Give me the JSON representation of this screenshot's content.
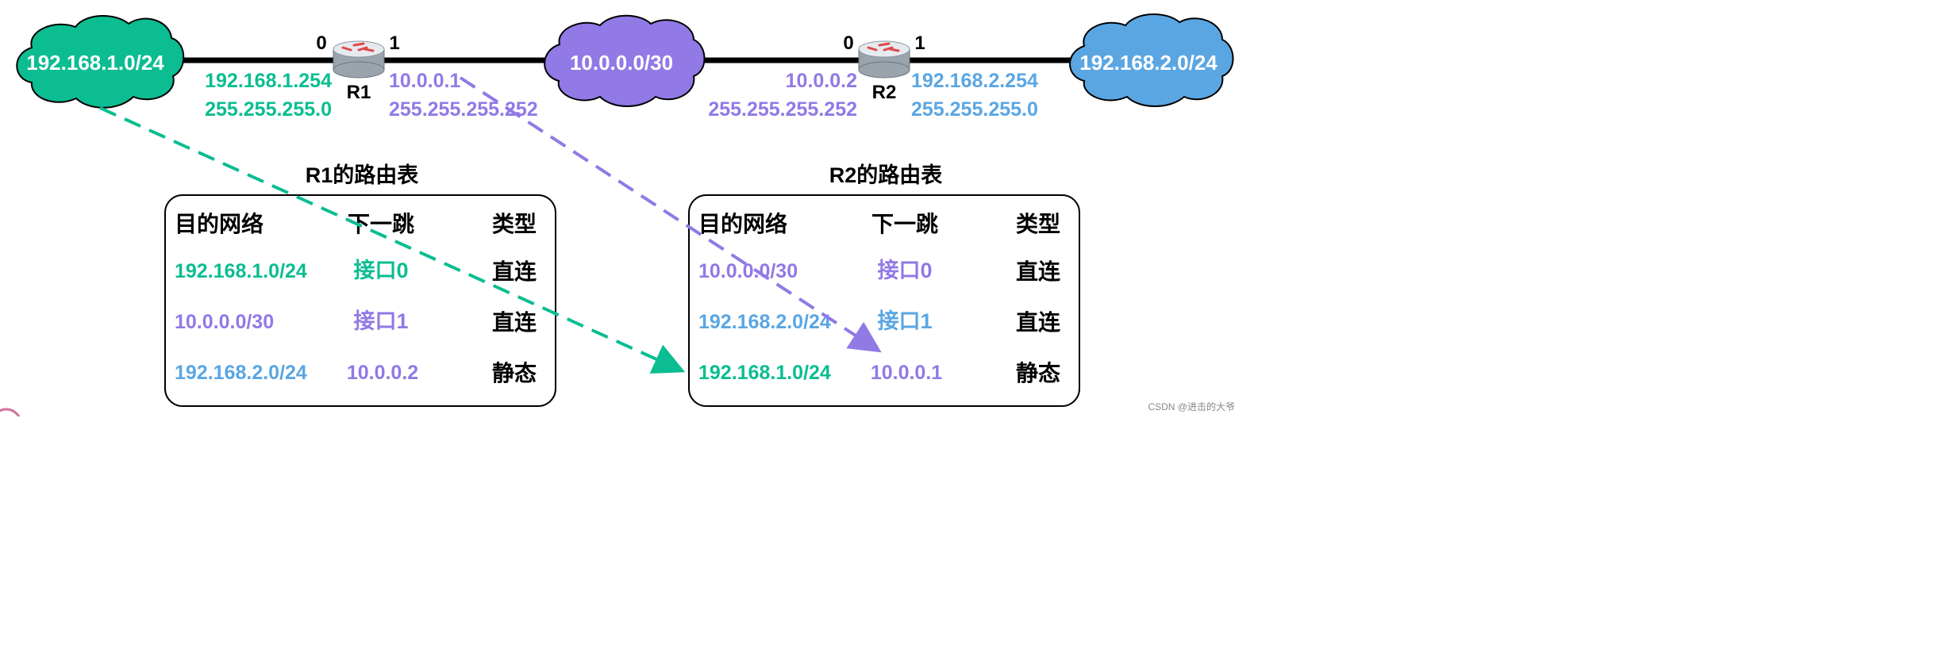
{
  "colors": {
    "green": "#0bbd91",
    "purple": "#9179e6",
    "blue": "#5aa6e3",
    "link": "#000000",
    "text": "#000000",
    "border": "#000000",
    "router_top": "#d8dde2",
    "router_side": "#9aa4ad",
    "router_arrow": "#e04848"
  },
  "networks": [
    {
      "label": "192.168.1.0/24",
      "color": "green"
    },
    {
      "label": "10.0.0.0/30",
      "color": "purple"
    },
    {
      "label": "192.168.2.0/24",
      "color": "blue"
    }
  ],
  "routers": [
    {
      "name": "R1",
      "icon": "router-icon",
      "ports": [
        "0",
        "1"
      ],
      "left": {
        "ip": "192.168.1.254",
        "mask": "255.255.255.0",
        "color": "green"
      },
      "right": {
        "ip": "10.0.0.1",
        "mask": "255.255.255.252",
        "color": "purple"
      }
    },
    {
      "name": "R2",
      "icon": "router-icon",
      "ports": [
        "0",
        "1"
      ],
      "left": {
        "ip": "10.0.0.2",
        "mask": "255.255.255.252",
        "color": "purple"
      },
      "right": {
        "ip": "192.168.2.254",
        "mask": "255.255.255.0",
        "color": "blue"
      }
    }
  ],
  "tables": [
    {
      "title": "R1的路由表",
      "headers": [
        "目的网络",
        "下一跳",
        "类型"
      ],
      "rows": [
        {
          "dest": "192.168.1.0/24",
          "dest_color": "green",
          "next": "接口0",
          "next_color": "green",
          "type": "直连"
        },
        {
          "dest": "10.0.0.0/30",
          "dest_color": "purple",
          "next": "接口1",
          "next_color": "purple",
          "type": "直连"
        },
        {
          "dest": "192.168.2.0/24",
          "dest_color": "blue",
          "next": "10.0.0.2",
          "next_color": "purple",
          "type": "静态"
        }
      ]
    },
    {
      "title": "R2的路由表",
      "headers": [
        "目的网络",
        "下一跳",
        "类型"
      ],
      "rows": [
        {
          "dest": "10.0.0.0/30",
          "dest_color": "purple",
          "next": "接口0",
          "next_color": "purple",
          "type": "直连"
        },
        {
          "dest": "192.168.2.0/24",
          "dest_color": "blue",
          "next": "接口1",
          "next_color": "blue",
          "type": "直连"
        },
        {
          "dest": "192.168.1.0/24",
          "dest_color": "green",
          "next": "10.0.0.1",
          "next_color": "purple",
          "type": "静态"
        }
      ]
    }
  ],
  "arrows": [
    {
      "from": "192.168.1.0/24",
      "to": "R2路由表 192.168.1.0/24",
      "color": "green",
      "style": "dashed"
    },
    {
      "from": "10.0.0.1",
      "to": "R2路由表 10.0.0.1",
      "color": "purple",
      "style": "dashed"
    }
  ],
  "watermark": "CSDN @进击的大爷"
}
